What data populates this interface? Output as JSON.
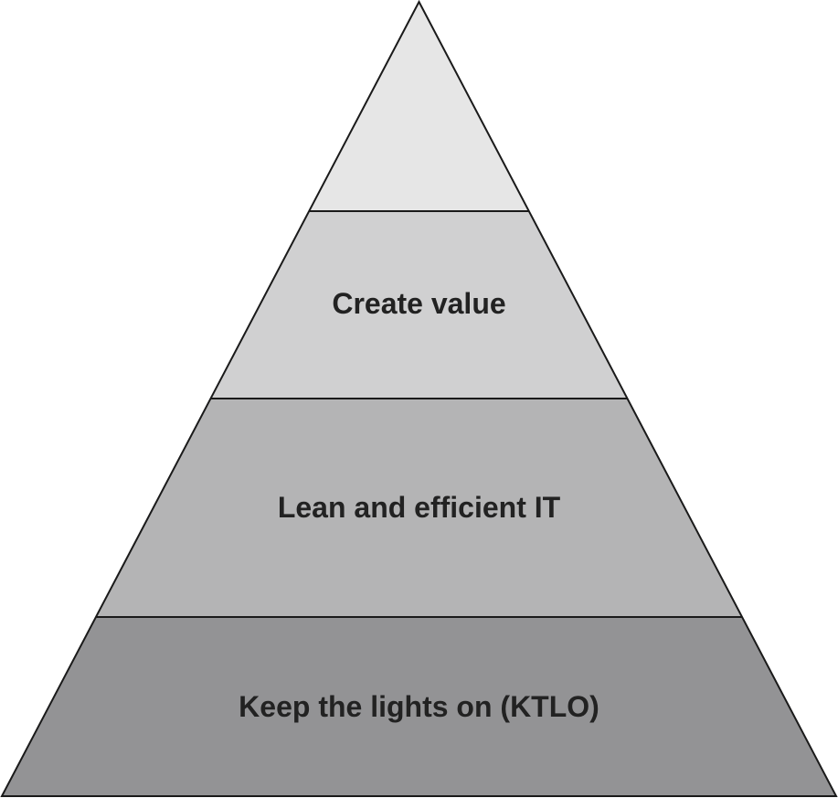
{
  "diagram": {
    "type": "pyramid",
    "levels": [
      {
        "label": "",
        "fill": "#e6e6e6"
      },
      {
        "label": "Create value",
        "fill": "#d0d0d1"
      },
      {
        "label": "Lean and efficient IT",
        "fill": "#b4b4b5"
      },
      {
        "label": "Keep the lights on (KTLO)",
        "fill": "#939395"
      }
    ],
    "stroke_color": "#1a1a1a",
    "label_color": "#222222"
  }
}
